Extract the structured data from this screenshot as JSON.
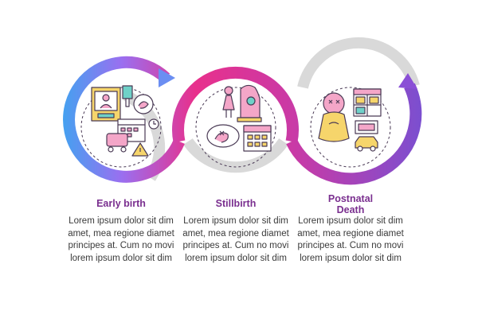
{
  "steps": [
    {
      "title": "Early birth",
      "body": "Lorem ipsum dolor sit dim amet, mea regione diamet principes at. Cum no movi lorem ipsum dolor sit dim",
      "icon": "early-birth-icon"
    },
    {
      "title": "Stillbirth",
      "body": "Lorem ipsum dolor sit dim amet, mea regione diamet principes at. Cum no movi lorem ipsum dolor sit dim",
      "icon": "stillbirth-icon"
    },
    {
      "title": "Postnatal Death",
      "title_lines": [
        "Postnatal",
        "Death"
      ],
      "body": "Lorem ipsum dolor sit dim amet, mea regione diamet principes at. Cum no movi lorem ipsum dolor sit dim",
      "icon": "postnatal-death-icon"
    }
  ],
  "colors": {
    "gradient_start": "#3aa7f0",
    "gradient_mid": "#e8308c",
    "gradient_end": "#7b4fd0",
    "ring_gray": "#d9d9d9",
    "title": "#7a2f8f",
    "body_text": "#3a3a3a",
    "icon_outline": "#4a3a55",
    "icon_fill_pink": "#f4a6c8",
    "icon_fill_teal": "#6fd1c8",
    "icon_fill_yellow": "#f6d56b"
  }
}
